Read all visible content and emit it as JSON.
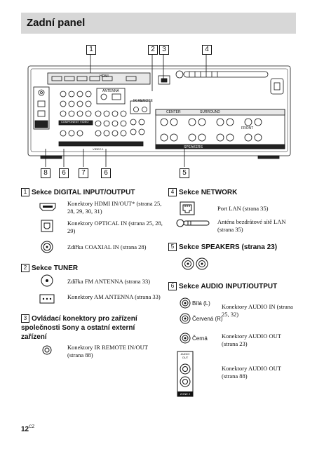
{
  "title": "Zadní panel",
  "callouts_top": [
    "1",
    "2",
    "3",
    "4"
  ],
  "callouts_bottom": [
    "8",
    "6",
    "7",
    "6",
    "5"
  ],
  "panel_labels": {
    "hdmi": "HDMI",
    "antenna": "ANTENNA",
    "ir_remote": "IR REMOTE",
    "center": "CENTER",
    "surround": "SURROUND",
    "front": "FRONT",
    "speakers": "SPEAKERS",
    "component_video": "COMPONENT VIDEO",
    "video1": "VIDEO 1"
  },
  "sections": {
    "s1": {
      "num": "1",
      "title": "Sekce DIGITAL INPUT/OUTPUT",
      "items": [
        {
          "icon": "hdmi-port-icon",
          "text": "Konektory HDMI IN/OUT* (strana 25, 28, 29, 30, 31)"
        },
        {
          "icon": "optical-port-icon",
          "text": "Konektory OPTICAL IN (strana 25, 28, 29)"
        },
        {
          "icon": "coaxial-jack-icon",
          "text": "Zdířka COAXIAL IN (strana 28)"
        }
      ]
    },
    "s2": {
      "num": "2",
      "title": "Sekce TUNER",
      "items": [
        {
          "icon": "fm-antenna-jack-icon",
          "text": "Zdířka FM ANTENNA (strana 33)"
        },
        {
          "icon": "am-antenna-terminal-icon",
          "text": "Konektory AM ANTENNA (strana 33)"
        }
      ]
    },
    "s3": {
      "num": "3",
      "title": "Ovládací konektory pro zařízení společnosti Sony a ostatní externí zařízení",
      "items": [
        {
          "icon": "ir-remote-jack-icon",
          "text": "Konektory IR REMOTE IN/OUT (strana 88)"
        }
      ]
    },
    "s4": {
      "num": "4",
      "title": "Sekce NETWORK",
      "items": [
        {
          "icon": "lan-port-icon",
          "text": "Port LAN (strana 35)"
        },
        {
          "icon": "wireless-antenna-icon",
          "text": "Anténa bezdrátové sítě LAN (strana 35)"
        }
      ]
    },
    "s5": {
      "num": "5",
      "title": "Sekce SPEAKERS (strana 23)"
    },
    "s6": {
      "num": "6",
      "title": "Sekce AUDIO INPUT/OUTPUT",
      "labels": {
        "white": "Bílá (L)",
        "red": "Červená (R)",
        "black": "Černá",
        "audio_out": "AUDIO OUT",
        "zone": "ZONE 2"
      },
      "items": [
        {
          "text": "Konektory AUDIO IN (strana 25, 32)"
        },
        {
          "text": "Konektory AUDIO OUT (strana 23)"
        },
        {
          "text": "Konektory AUDIO OUT (strana 88)"
        }
      ]
    }
  },
  "page_number": "12",
  "page_suffix": "CZ"
}
